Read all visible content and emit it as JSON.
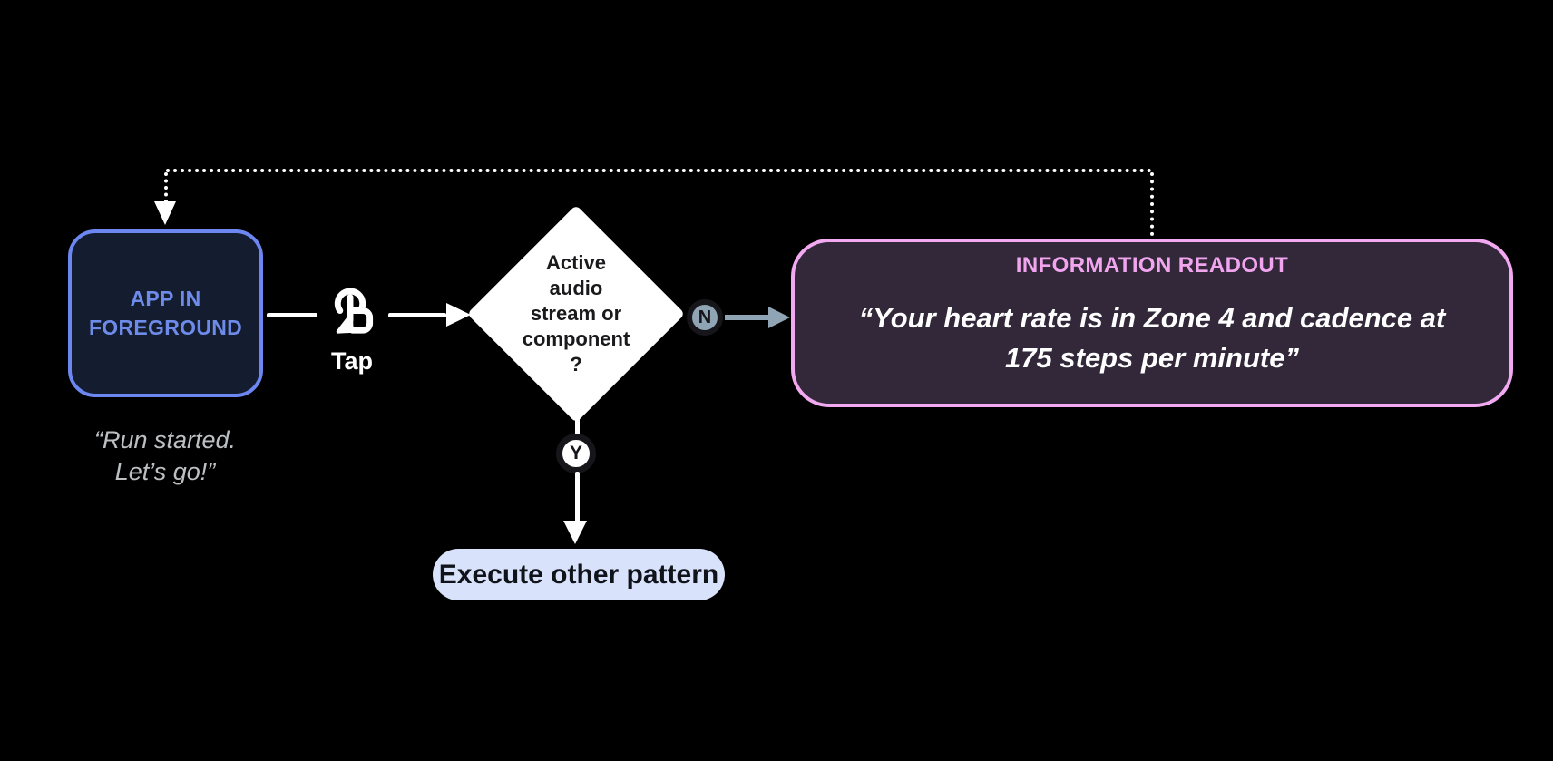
{
  "colors": {
    "background": "#000000",
    "white": "#ffffff",
    "app-border": "#6d87f2",
    "app-fill": "#141d2f",
    "app-text": "#6e8bea",
    "caption-text": "#bdc0c3",
    "diamond-fill": "#ffffff",
    "diamond-text": "#1a1a1c",
    "n-fill": "#8fa4b4",
    "connector-ring": "#16161a",
    "readout-border": "#f2a9f1",
    "readout-fill": "#32283a",
    "readout-title": "#f1a5ef",
    "pill-fill": "#d9e2fb",
    "pill-text": "#10141a"
  },
  "diagram": {
    "app_node": {
      "title_lines": [
        "APP IN",
        "FOREGROUND"
      ],
      "caption_lines": [
        "“Run started.",
        "Let’s go!”"
      ]
    },
    "tap": {
      "label": "Tap",
      "icon": "tap-gesture"
    },
    "decision": {
      "lines": [
        "Active",
        "audio",
        "stream or",
        "component",
        "?"
      ]
    },
    "connectors": {
      "no_label": "N",
      "yes_label": "Y"
    },
    "readout_node": {
      "title": "INFORMATION READOUT",
      "quote_lines": [
        "“Your heart rate is in Zone 4 and cadence at",
        "175 steps per minute”"
      ]
    },
    "other_pattern_node": {
      "label": "Execute other pattern"
    }
  }
}
